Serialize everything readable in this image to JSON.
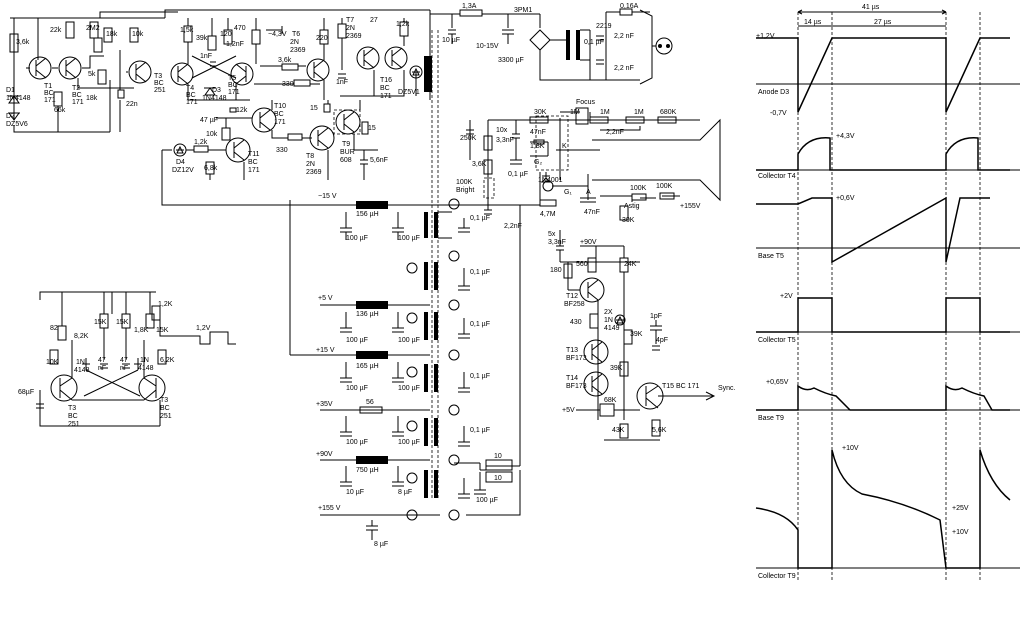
{
  "texts": {
    "r36k": "3,6k",
    "r22k": "22k",
    "r2m2": "2M2",
    "r18k": "18k",
    "r10k": "10k",
    "t1": "T1",
    "bc171a": "BC",
    "bc171a2": "171",
    "t2": "T2",
    "t2bc": "BC",
    "t2n": "171",
    "r5k": "5k",
    "r18k2": "18k",
    "c22n": "22n",
    "t3": "T3",
    "t3bc": "BC",
    "t3n": "251",
    "d1": "D1",
    "d1n": "1N4148",
    "d2": "D2",
    "d2n": "DZ5V6",
    "r66k": "66k",
    "r15k": "1,5k",
    "r39k": "39k",
    "r120": "120",
    "r470": "470",
    "c12n": "1,2nF",
    "c1nf": "1nF",
    "t4": "T4",
    "t4bc": "BC",
    "t4n": "171",
    "d3": "D3",
    "d3n": "1N4148",
    "t5": "T5",
    "t5bc": "BC",
    "t5n": "171",
    "vm43": "−4,3V",
    "t6": "T6",
    "t6a": "2N",
    "t6n": "2369",
    "r36k2": "3,6k",
    "r220": "220",
    "t7": "T7",
    "t7a": "2N",
    "t7n": "2369",
    "r27": "27",
    "c1nf2": "1nF",
    "t16": "T16",
    "t16a": "BC",
    "t16n": "171",
    "r12k": "1,2k",
    "dz5v1": "DZ5V1",
    "f13a": "1,3A",
    "c10uf": "10 µF",
    "v1015": "10-15V",
    "c3300": "3300 µF",
    "bridge": "3PM1",
    "c2219": "2219",
    "c01uf": "0,1 µF",
    "f016": "0,16A",
    "c22nf": "2,2 nF",
    "c22nf2": "2,2 nF",
    "r330": "330",
    "r330b": "330",
    "t10": "T10",
    "t10a": "BC",
    "t10n": "171",
    "r12k2": "12k",
    "c47uf": "47 µF",
    "r10k2": "10k",
    "r15": "15",
    "r15b": "15",
    "t9": "T9",
    "t9a": "BUR",
    "t9n": "608",
    "t8": "T8",
    "t8a": "2N",
    "t8n": "2369",
    "c56": "5,6nF",
    "t11": "T11",
    "t11a": "BC",
    "t11n": "171",
    "r68k": "6,8k",
    "r12kb": "1,2k",
    "d4": "D4",
    "d4n": "DZ12V",
    "m15": "−15 V",
    "l156": "156 µH",
    "c100a": "100 µF",
    "c100b": "100 µF",
    "c01a": "0,1 µF",
    "p5": "+5 V",
    "l136": "136 µH",
    "c100c": "100 µF",
    "c100d": "100 µF",
    "c01b": "0,1 µF",
    "c01c": "0,1 µF",
    "p15": "+15 V",
    "l165": "165 µH",
    "c100e": "100 µF",
    "c100f": "100 µF",
    "c01d": "0,1 µF",
    "p35": "+35V",
    "r56": "56",
    "c100g": "100 µF",
    "c100h": "100 µF",
    "c01e": "0,1 µF",
    "p90": "+90V",
    "l750": "750 µH",
    "c10b": "10 µF",
    "c8": "8 µF",
    "r10a": "10",
    "r10b": "10",
    "c100i": "100 µF",
    "p155": "+155 V",
    "c8b": "8 µF",
    "r30k": "30K",
    "focus": "Focus",
    "r1m": "1M",
    "r1m2": "1M",
    "r1m3": "1M",
    "r680k": "680K",
    "r250k": "250K",
    "c10x": "10x",
    "c33n": "3,3nF",
    "c47n": "47nF",
    "r18kc": "1,8K",
    "k": "K",
    "r36kc": "3,6K",
    "c22nf3": "2,2nF",
    "g2": "G₂",
    "c01f": "0,1 µF",
    "d1n4001": "1N4001",
    "bright": "Bright",
    "r100k": "100K",
    "g1": "G₁",
    "a": "A",
    "r100kb": "100K",
    "r100kc": "100K",
    "astig": "Astig",
    "p155b": "+155V",
    "r47m": "4,7M",
    "c47nb": "47nF",
    "r30kb": "30K",
    "c22nf4": "2,2nF",
    "c5x": "5x",
    "c33nb": "3,3nF",
    "p90b": "+90V",
    "r560": "560",
    "r24k": "24K",
    "r180": "180",
    "t12": "T12",
    "t12n": "BF258",
    "r430": "430",
    "d2x": "2X",
    "d2xa": "1N",
    "d2xb": "4149",
    "c1pf": "1pF",
    "r39kb": "39K",
    "c4pf": "4pF",
    "t13": "T13",
    "t13n": "BF173",
    "r39kc": "39K",
    "t14": "T14",
    "t14n": "BF173",
    "t15": "T15 BC 171",
    "sync": "Sync.",
    "p5b": "+5V",
    "r68kb": "68K",
    "r43k": "43K",
    "r56k": "5,6K",
    "s_r12k": "1,2K",
    "s_r15k": "15K",
    "s_r15k2": "15K",
    "s_r15k3": "15K",
    "s_r18k": "1,8K",
    "s_r82": "82",
    "s_r82k": "8,2K",
    "s_1n": "1N",
    "s_4148": "4148",
    "s_47": "47",
    "s_nf": "nF",
    "s_47b": "47",
    "s_nfb": "nF",
    "s_1nb": "1N",
    "s_4148b": "4148",
    "s_r62k": "6,2K",
    "s_r10k": "10K",
    "s_12v": "1,2V",
    "s_c68": "68µF",
    "s_t3": "T3",
    "s_bc": "BC",
    "s_251": "251",
    "s_t3b": "T3",
    "s_bcb": "BC",
    "s_251b": "251",
    "w_41": "41 µs",
    "w_14": "14 µs",
    "w_27": "27 µs",
    "w_p12": "+1,2V",
    "w_m07": "-0,7V",
    "w_anode": "Anode D3",
    "w_p43": "+4,3V",
    "w_colT4": "Collector T4",
    "w_p06": "+0,6V",
    "w_baseT5": "Base T5",
    "w_p2": "+2V",
    "w_colT5": "Collector T5",
    "w_p065": "+0,65V",
    "w_baseT9": "Base T9",
    "w_p10": "+10V",
    "w_p25": "+25V",
    "w_p10b": "+10V",
    "w_colT9": "Collector T9"
  }
}
